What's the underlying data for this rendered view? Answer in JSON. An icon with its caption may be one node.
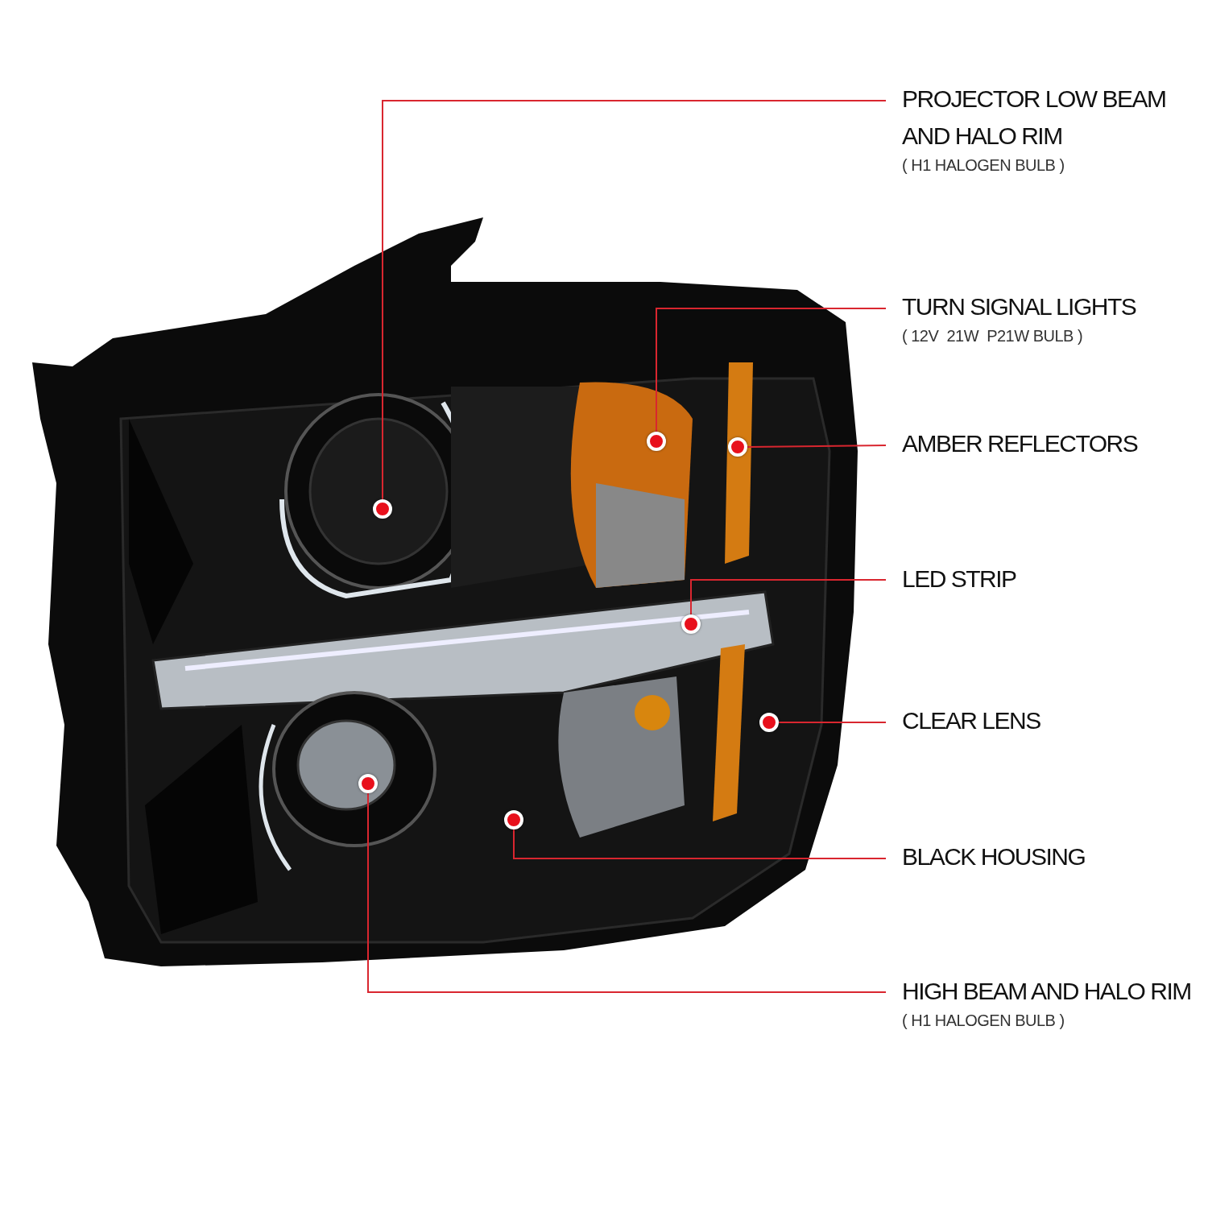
{
  "diagram": {
    "nodes": [
      {
        "text": [
          "PROJECTOR LOW BEAM AND HALO RIM",
          "( H1 HALOGEN BULB )"
        ]
      },
      {
        "text": [
          "TURN SIGNAL LIGHTS",
          "( 12V  21W  P21W BULB )"
        ]
      },
      {
        "text": [
          "AMBER REFLECTORS"
        ]
      },
      {
        "text": [
          "LED STRIP"
        ]
      },
      {
        "text": [
          "CLEAR LENS"
        ]
      },
      {
        "text": [
          "BLACK HOUSING"
        ]
      },
      {
        "text": [
          "HIGH BEAM AND HALO RIM",
          "( H1 HALOGEN BULB )"
        ]
      },
      {
        "text": [],
        "shape": "circle"
      },
      {
        "text": [],
        "shape": "circle"
      },
      {
        "text": [],
        "shape": "circle"
      },
      {
        "text": [],
        "shape": "circle"
      },
      {
        "text": [],
        "shape": "circle"
      },
      {
        "text": [],
        "shape": "circle"
      },
      {
        "text": [],
        "shape": "circle"
      }
    ],
    "edges": [
      {
        "from": 0,
        "to": 7,
        "arrow": "none"
      },
      {
        "from": 1,
        "to": 8,
        "arrow": "none"
      },
      {
        "from": 2,
        "to": 9,
        "arrow": "none"
      },
      {
        "from": 3,
        "to": 10,
        "arrow": "none"
      },
      {
        "from": 4,
        "to": 11,
        "arrow": "none"
      },
      {
        "from": 5,
        "to": 12,
        "arrow": "none"
      },
      {
        "from": 6,
        "to": 13,
        "arrow": "none"
      }
    ]
  }
}
